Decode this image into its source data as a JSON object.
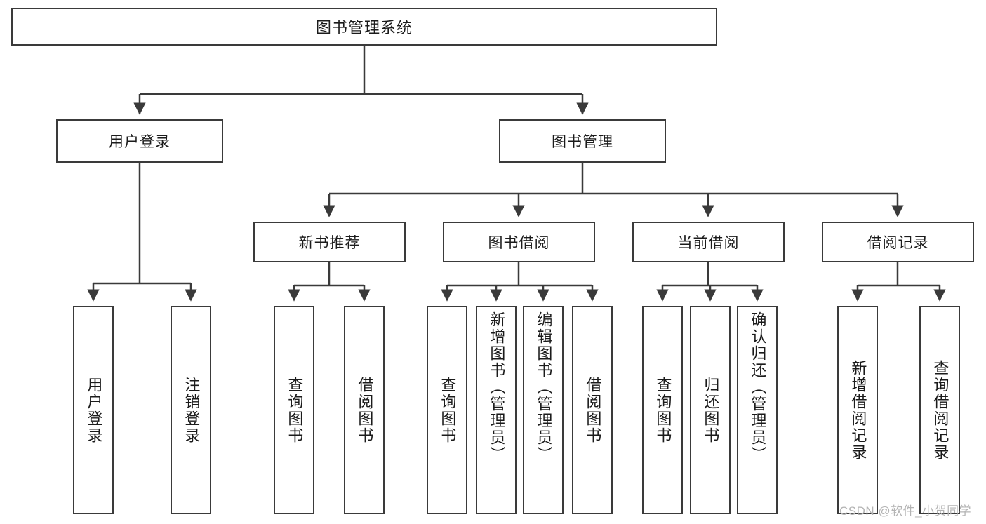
{
  "diagram": {
    "type": "tree-hierarchy-chart",
    "title": "图书管理系统",
    "root": {
      "id": "root",
      "label": "图书管理系统",
      "orientation": "horizontal"
    },
    "level2": [
      {
        "id": "user-login",
        "label": "用户登录",
        "orientation": "horizontal"
      },
      {
        "id": "book-manage",
        "label": "图书管理",
        "orientation": "horizontal"
      }
    ],
    "level3": [
      {
        "id": "new-book-recommend",
        "label": "新书推荐",
        "orientation": "horizontal",
        "parent": "book-manage"
      },
      {
        "id": "book-borrow",
        "label": "图书借阅",
        "orientation": "horizontal",
        "parent": "book-manage"
      },
      {
        "id": "current-borrow",
        "label": "当前借阅",
        "orientation": "horizontal",
        "parent": "book-manage"
      },
      {
        "id": "borrow-record",
        "label": "借阅记录",
        "orientation": "horizontal",
        "parent": "book-manage"
      }
    ],
    "leaves": [
      {
        "id": "leaf-user-login",
        "label": "用户登录",
        "parent": "user-login",
        "align": "centered"
      },
      {
        "id": "leaf-logout-login",
        "label": "注销登录",
        "parent": "user-login",
        "align": "centered"
      },
      {
        "id": "leaf-query-book-1",
        "label": "查询图书",
        "parent": "new-book-recommend",
        "align": "centered"
      },
      {
        "id": "leaf-borrow-book-1",
        "label": "借阅图书",
        "parent": "new-book-recommend",
        "align": "centered"
      },
      {
        "id": "leaf-query-book-2",
        "label": "查询图书",
        "parent": "book-borrow",
        "align": "centered"
      },
      {
        "id": "leaf-add-book-admin",
        "label": "新增图书（管理员）",
        "parent": "book-borrow",
        "align": "top"
      },
      {
        "id": "leaf-edit-book-admin",
        "label": "编辑图书（管理员）",
        "parent": "book-borrow",
        "align": "top"
      },
      {
        "id": "leaf-borrow-book-2",
        "label": "借阅图书",
        "parent": "book-borrow",
        "align": "centered"
      },
      {
        "id": "leaf-query-book-3",
        "label": "查询图书",
        "parent": "current-borrow",
        "align": "centered"
      },
      {
        "id": "leaf-return-book",
        "label": "归还图书",
        "parent": "current-borrow",
        "align": "centered"
      },
      {
        "id": "leaf-confirm-return-admin",
        "label": "确认归还（管理员）",
        "parent": "current-borrow",
        "align": "top"
      },
      {
        "id": "leaf-add-borrow-record",
        "label": "新增借阅记录",
        "parent": "borrow-record",
        "align": "centered"
      },
      {
        "id": "leaf-query-borrow-record",
        "label": "查询借阅记录",
        "parent": "borrow-record",
        "align": "centered"
      }
    ]
  },
  "watermark": {
    "text": "CSDN @软件_小贺同学"
  },
  "colors": {
    "stroke": "#3a3a3a",
    "text": "#1b1b1b",
    "background": "#ffffff",
    "watermark": "#b4b4b4"
  }
}
